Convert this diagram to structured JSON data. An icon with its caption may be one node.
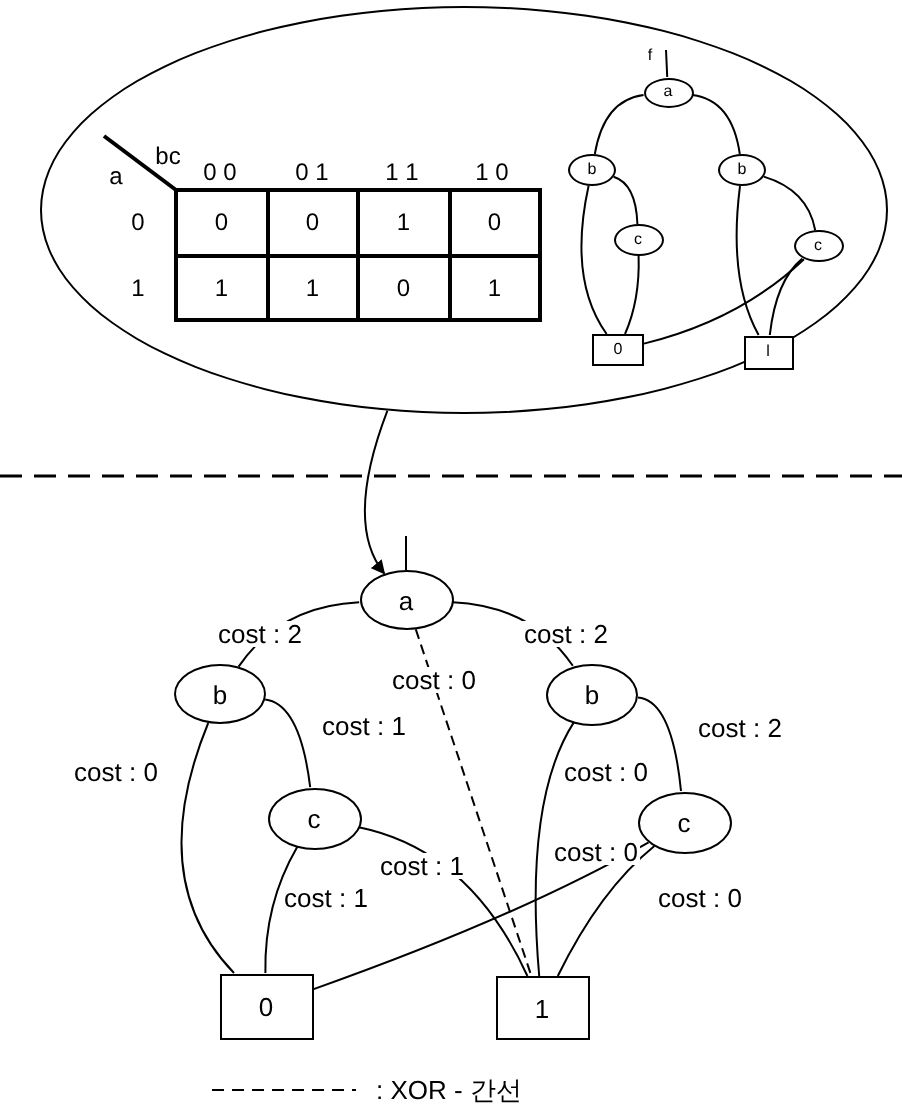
{
  "diagram": {
    "nodes": [
      {
        "text": [],
        "shape": "ellipse"
      },
      {
        "text": [
          "a"
        ],
        "in": 0
      },
      {
        "text": [
          "b"
        ],
        "in": 0
      },
      {
        "text": [
          "c"
        ],
        "in": 0
      },
      {
        "text": [
          "b"
        ],
        "in": 0
      },
      {
        "text": [
          "c"
        ],
        "in": 0
      },
      {
        "text": [
          "0"
        ],
        "in": 0
      },
      {
        "text": [
          "l"
        ],
        "in": 0
      },
      {
        "text": [
          "a"
        ]
      },
      {
        "text": [
          "b"
        ]
      },
      {
        "text": [
          "c"
        ]
      },
      {
        "text": [
          "b"
        ]
      },
      {
        "text": [
          "c"
        ]
      },
      {
        "text": [
          "0"
        ]
      },
      {
        "text": [
          "1"
        ]
      }
    ],
    "edges": [
      {
        "from": null,
        "to": 1,
        "arrow": "none",
        "label": "f"
      },
      {
        "from": 1,
        "to": 2,
        "arrow": "none"
      },
      {
        "from": 1,
        "to": 4,
        "arrow": "none"
      },
      {
        "from": 2,
        "to": 3,
        "arrow": "none"
      },
      {
        "from": 2,
        "to": 6,
        "arrow": "none"
      },
      {
        "from": 3,
        "to": 6,
        "arrow": "none"
      },
      {
        "from": 4,
        "to": 5,
        "arrow": "none"
      },
      {
        "from": 4,
        "to": 7,
        "arrow": "none"
      },
      {
        "from": 5,
        "to": 6,
        "arrow": "none"
      },
      {
        "from": 5,
        "to": 7,
        "arrow": "none"
      },
      {
        "from": 0,
        "to": 8,
        "arrow": "to"
      },
      {
        "from": null,
        "to": 8,
        "arrow": "none"
      },
      {
        "from": 8,
        "to": 9,
        "arrow": "none",
        "label": "cost : 2"
      },
      {
        "from": 8,
        "to": 11,
        "arrow": "none",
        "label": "cost : 2"
      },
      {
        "from": 8,
        "to": 14,
        "arrow": "none",
        "label": "cost : 0",
        "style": "dashed"
      },
      {
        "from": 9,
        "to": 10,
        "arrow": "none",
        "label": "cost : 1"
      },
      {
        "from": 9,
        "to": 13,
        "arrow": "none",
        "label": "cost : 0"
      },
      {
        "from": 10,
        "to": 13,
        "arrow": "none",
        "label": "cost : 1"
      },
      {
        "from": 10,
        "to": 14,
        "arrow": "none",
        "label": "cost : 1"
      },
      {
        "from": 11,
        "to": 12,
        "arrow": "none",
        "label": "cost : 2"
      },
      {
        "from": 11,
        "to": 14,
        "arrow": "none",
        "label": "cost : 0"
      },
      {
        "from": 12,
        "to": 14,
        "arrow": "none",
        "label": "cost : 0"
      },
      {
        "from": 12,
        "to": 13,
        "arrow": "none",
        "label": "cost : 0"
      }
    ],
    "labels": [
      "bc",
      "a",
      "0 0",
      "0 1",
      "1 1",
      "1 0",
      "0",
      "0",
      "0",
      "1",
      "0",
      "1",
      "1",
      "1",
      "0",
      "1"
    ],
    "legend": [
      {
        "text": ": XOR - 간선"
      }
    ]
  }
}
